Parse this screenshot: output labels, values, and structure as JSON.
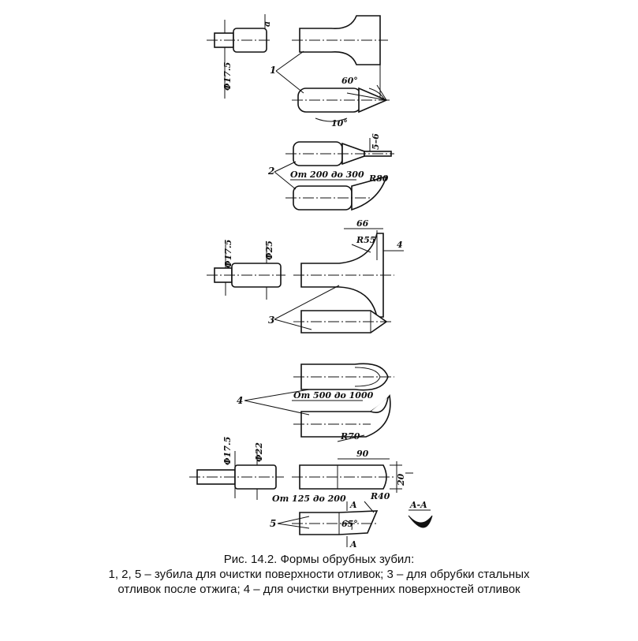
{
  "figure": {
    "groups": [
      {
        "number": "1",
        "dims": {
          "diameter": "Φ17.5",
          "a": "a",
          "angle_tip": "60°",
          "angle_rake": "10°"
        }
      },
      {
        "number": "2",
        "dims": {
          "thickness": "5–6",
          "length_range": "От 200 до 300",
          "radius": "R80"
        }
      },
      {
        "number": "3",
        "dims": {
          "diameter_small": "Φ17.5",
          "diameter_body": "Φ25",
          "width": "66",
          "radius": "R55",
          "edge": "4"
        }
      },
      {
        "number": "4",
        "dims": {
          "length_range": "От 500 до 1000",
          "radius": "R70"
        }
      },
      {
        "number": "5",
        "dims": {
          "diameter_small": "Φ17.5",
          "diameter_body": "Φ22",
          "length": "90",
          "height": "20",
          "length_range": "От 125 до 200",
          "radius": "R40",
          "angle": "65°",
          "section_mark": "A",
          "section_label": "A-A"
        }
      }
    ]
  },
  "caption": {
    "title": "Рис. 14.2. Формы обрубных зубил:",
    "line1": "1, 2, 5 – зубила для очистки поверхности отливок; 3 – для обрубки стальных",
    "line2": "отливок после отжига; 4 – для очистки внутренних поверхностей отливок"
  }
}
